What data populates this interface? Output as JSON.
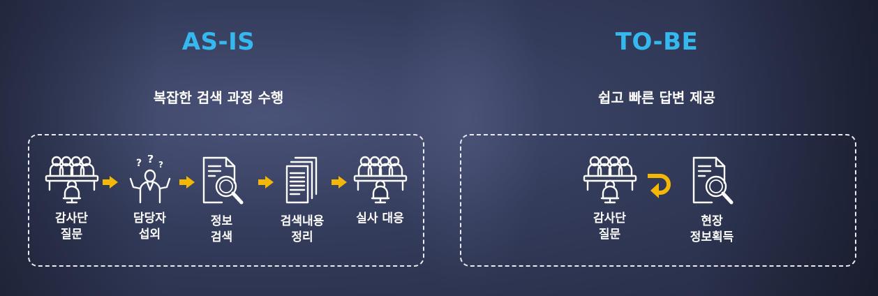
{
  "as_is": {
    "title": "AS-IS",
    "subtitle": "복잡한 검색 과정 수행",
    "steps": [
      {
        "icon": "meeting-people-icon",
        "line1": "감사단",
        "line2": "질문"
      },
      {
        "icon": "confused-person-icon",
        "line1": "담당자",
        "line2": "섭외"
      },
      {
        "icon": "document-search-icon",
        "line1": "정보",
        "line2": "검색"
      },
      {
        "icon": "document-stack-icon",
        "line1": "검색내용",
        "line2": "정리"
      },
      {
        "icon": "meeting-people-icon",
        "line1": "실사 대응",
        "line2": ""
      }
    ]
  },
  "to_be": {
    "title": "TO-BE",
    "subtitle": "쉽고 빠른 답변 제공",
    "steps": [
      {
        "icon": "meeting-people-icon",
        "line1": "감사단",
        "line2": "질문"
      },
      {
        "icon": "document-search-icon",
        "line1": "현장",
        "line2": "정보획득"
      }
    ]
  },
  "colors": {
    "heading": "#35b8ee",
    "arrow": "#f5b800",
    "line": "#ffffff"
  }
}
